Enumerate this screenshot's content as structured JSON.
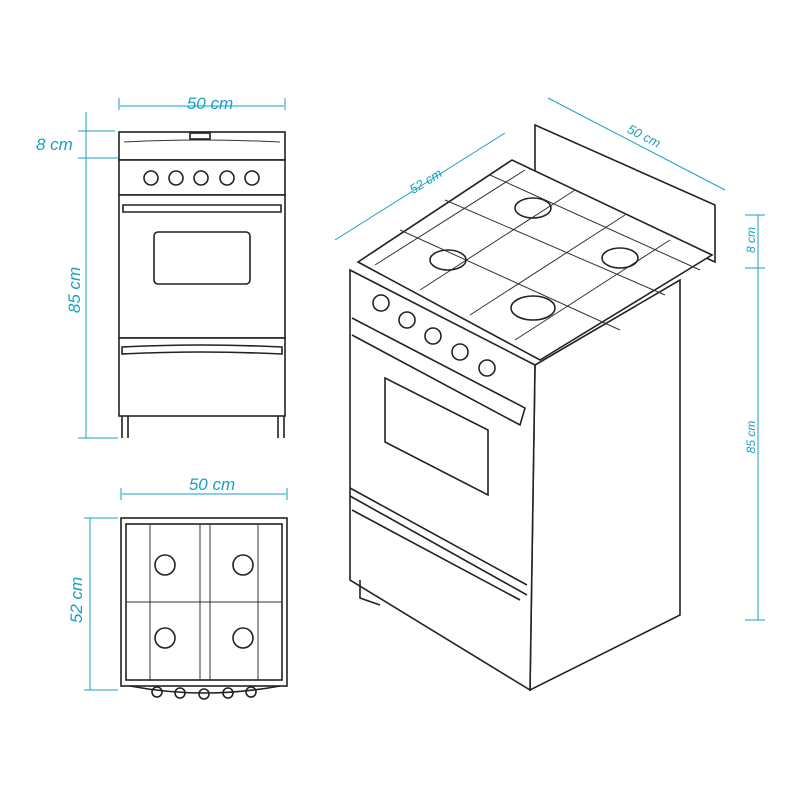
{
  "front_view": {
    "width_label": "50 cm",
    "top_height_label": "8 cm",
    "body_height_label": "85 cm"
  },
  "top_view": {
    "width_label": "50 cm",
    "depth_label": "52 cm"
  },
  "iso_view": {
    "depth_label": "52 cm",
    "width_label": "50 cm",
    "top_height_label": "8 cm",
    "body_height_label": "85 cm"
  },
  "colors": {
    "dimension": "#1a9fc4",
    "line": "#222222"
  }
}
